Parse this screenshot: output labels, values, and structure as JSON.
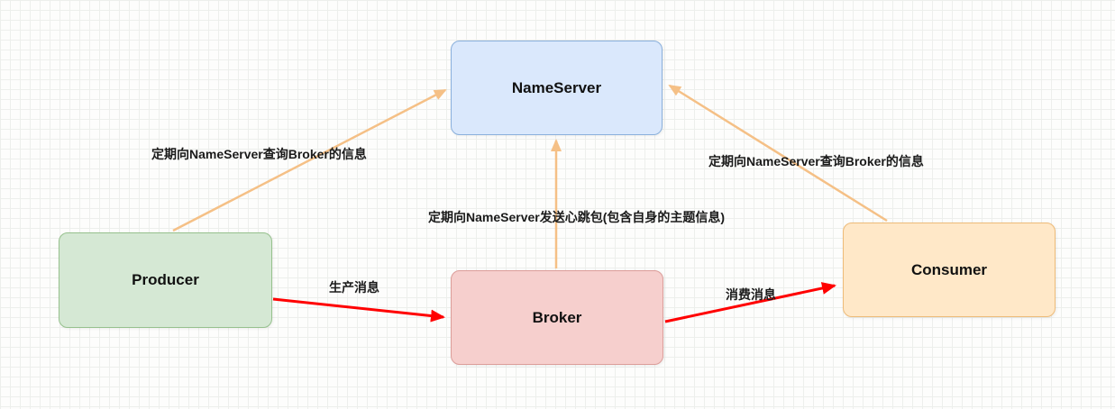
{
  "diagram": {
    "nodes": {
      "nameserver": {
        "label": "NameServer"
      },
      "producer": {
        "label": "Producer"
      },
      "broker": {
        "label": "Broker"
      },
      "consumer": {
        "label": "Consumer"
      }
    },
    "edges": {
      "producer_to_nameserver": {
        "label": "定期向NameServer查询Broker的信息"
      },
      "broker_to_nameserver": {
        "label": "定期向NameServer发送心跳包(包含自身的主题信息)"
      },
      "consumer_to_nameserver": {
        "label": "定期向NameServer查询Broker的信息"
      },
      "producer_to_broker": {
        "label": "生产消息"
      },
      "broker_to_consumer": {
        "label": "消费消息"
      }
    },
    "colors": {
      "query_arrow": "#f5c086",
      "message_arrow": "#ff0000",
      "nameserver_fill": "#dae8fc",
      "nameserver_border": "#8ab0dc",
      "producer_fill": "#d5e8d4",
      "producer_border": "#96c18d",
      "broker_fill": "#f6cfcd",
      "broker_border": "#dc9d99",
      "consumer_fill": "#ffe8c8",
      "consumer_border": "#eebb79"
    }
  }
}
